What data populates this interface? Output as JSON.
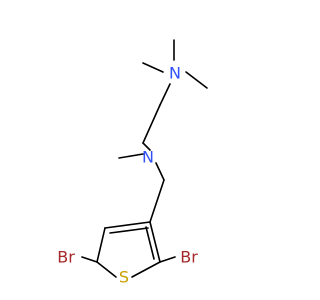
{
  "colors": {
    "background": "#ffffff",
    "bond": "#000000",
    "nitrogen": "#3050F8",
    "sulfur": "#C8A000",
    "bromine": "#A62929"
  },
  "atoms": {
    "n_top": "N",
    "n_mid": "N",
    "s": "S",
    "br_left": "Br",
    "br_right": "Br"
  }
}
